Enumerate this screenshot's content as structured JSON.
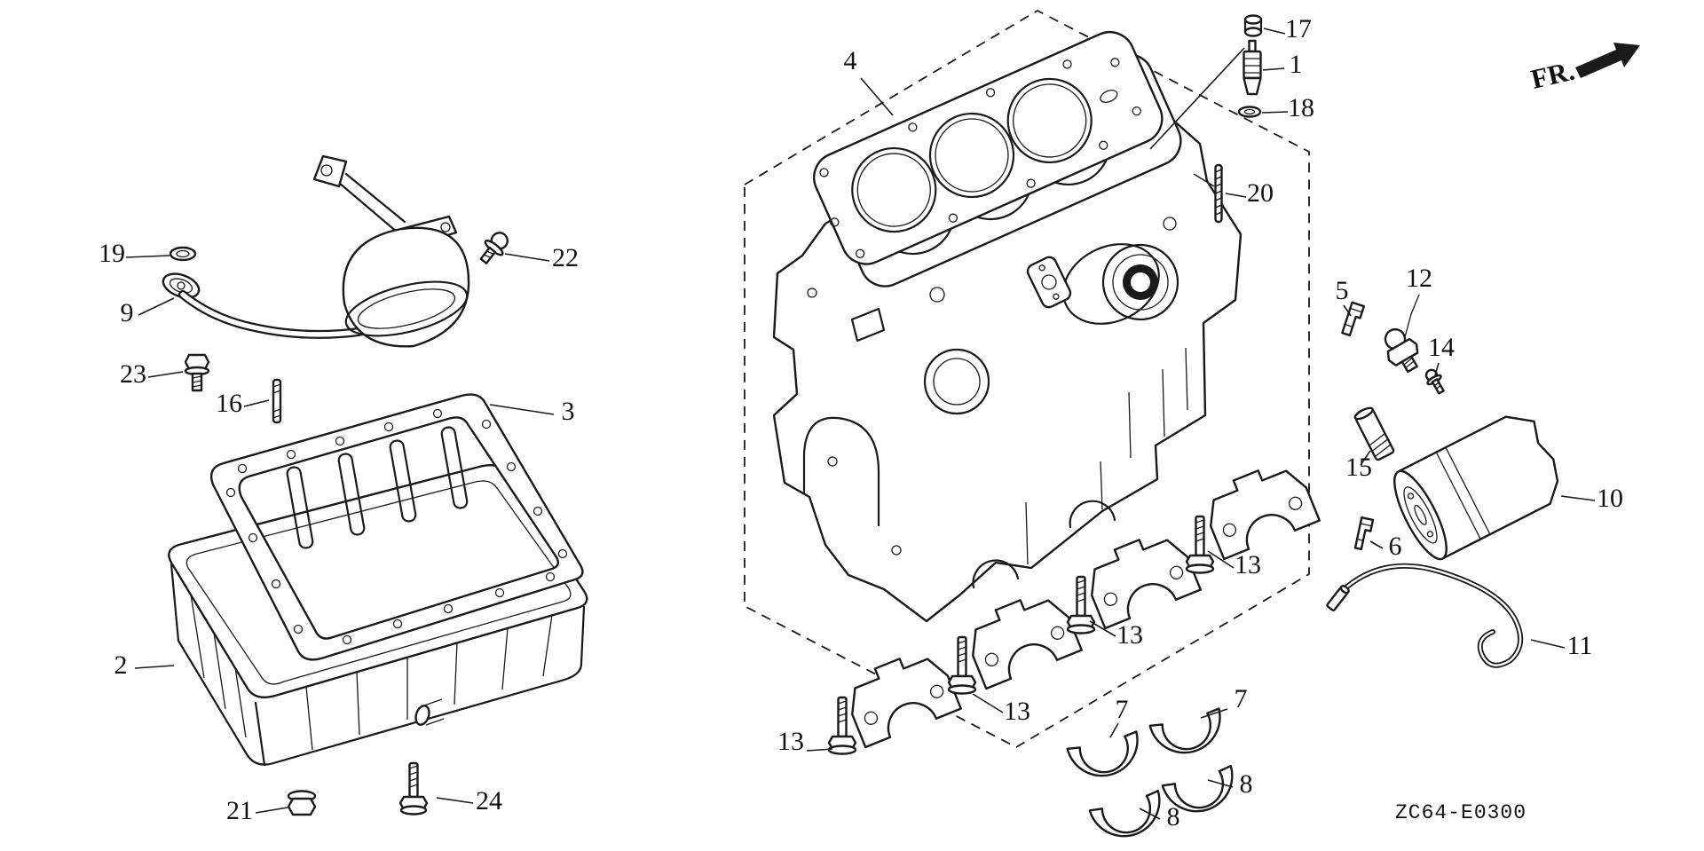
{
  "diagram": {
    "code": "ZC64-E0300",
    "direction_label": "FR.",
    "colors": {
      "ink": "#1a1a1a",
      "background": "#ffffff"
    },
    "callouts": [
      {
        "label": "17"
      },
      {
        "label": "1"
      },
      {
        "label": "18"
      },
      {
        "label": "20"
      },
      {
        "label": "4"
      },
      {
        "label": "19"
      },
      {
        "label": "9"
      },
      {
        "label": "22"
      },
      {
        "label": "23"
      },
      {
        "label": "16"
      },
      {
        "label": "3"
      },
      {
        "label": "2"
      },
      {
        "label": "21"
      },
      {
        "label": "24"
      },
      {
        "label": "5"
      },
      {
        "label": "12"
      },
      {
        "label": "14"
      },
      {
        "label": "15"
      },
      {
        "label": "10"
      },
      {
        "label": "6"
      },
      {
        "label": "11"
      },
      {
        "label": "13"
      },
      {
        "label": "13"
      },
      {
        "label": "13"
      },
      {
        "label": "13"
      },
      {
        "label": "7"
      },
      {
        "label": "7"
      },
      {
        "label": "8"
      },
      {
        "label": "8"
      }
    ]
  }
}
